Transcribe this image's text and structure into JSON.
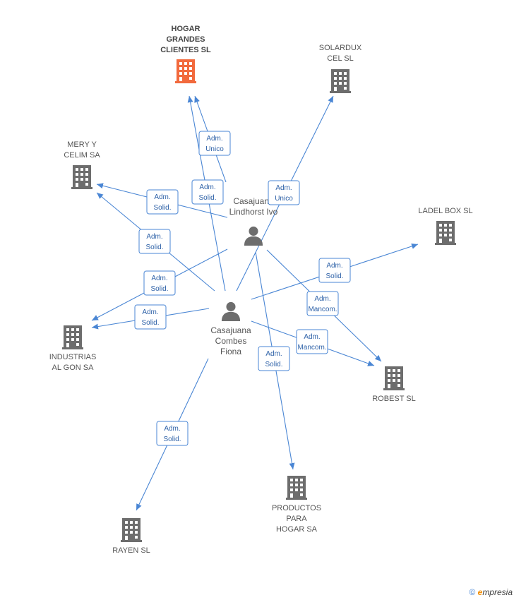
{
  "companies": [
    {
      "id": "hogar",
      "label": [
        "HOGAR",
        "GRANDES",
        "CLIENTES SL"
      ],
      "main": true,
      "icon": "building-icon"
    },
    {
      "id": "solardux",
      "label": [
        "SOLARDUX",
        "CEL SL"
      ],
      "icon": "building-icon"
    },
    {
      "id": "mery",
      "label": [
        "MERY Y",
        "CELIM SA"
      ],
      "icon": "building-icon"
    },
    {
      "id": "ladel",
      "label": [
        "LADEL BOX SL"
      ],
      "icon": "building-icon"
    },
    {
      "id": "industrias",
      "label": [
        "INDUSTRIAS",
        "AL GON SA"
      ],
      "icon": "building-icon"
    },
    {
      "id": "robest",
      "label": [
        "ROBEST SL"
      ],
      "icon": "building-icon"
    },
    {
      "id": "productos",
      "label": [
        "PRODUCTOS",
        "PARA",
        "HOGAR SA"
      ],
      "icon": "building-icon"
    },
    {
      "id": "rayen",
      "label": [
        "RAYEN SL"
      ],
      "icon": "building-icon"
    }
  ],
  "persons": [
    {
      "id": "lindhorst",
      "label": [
        "Casajuana",
        "Lindhorst Ivo"
      ],
      "icon": "person-icon"
    },
    {
      "id": "fiona",
      "label": [
        "Casajuana",
        "Combes",
        "Fiona"
      ],
      "icon": "person-icon"
    }
  ],
  "relations": [
    {
      "from": "lindhorst",
      "to": "hogar",
      "role": [
        "Adm.",
        "Unico"
      ]
    },
    {
      "from": "fiona",
      "to": "hogar",
      "role": [
        "Adm.",
        "Solid."
      ]
    },
    {
      "from": "fiona",
      "to": "solardux",
      "role": [
        "Adm.",
        "Unico"
      ]
    },
    {
      "from": "lindhorst",
      "to": "mery",
      "role": [
        "Adm.",
        "Solid."
      ]
    },
    {
      "from": "fiona",
      "to": "mery",
      "role": [
        "Adm.",
        "Solid."
      ]
    },
    {
      "from": "lindhorst",
      "to": "industrias",
      "role": [
        "Adm.",
        "Solid."
      ]
    },
    {
      "from": "fiona",
      "to": "industrias",
      "role": [
        "Adm.",
        "Solid."
      ]
    },
    {
      "from": "fiona",
      "to": "ladel",
      "role": [
        "Adm.",
        "Solid."
      ]
    },
    {
      "from": "lindhorst",
      "to": "robest",
      "role": [
        "Adm.",
        "Mancom."
      ]
    },
    {
      "from": "fiona",
      "to": "robest",
      "role": [
        "Adm.",
        "Mancom."
      ]
    },
    {
      "from": "lindhorst",
      "to": "productos",
      "role": [
        "Adm.",
        "Solid."
      ]
    },
    {
      "from": "fiona",
      "to": "rayen",
      "role": [
        "Adm.",
        "Solid."
      ]
    }
  ],
  "colors": {
    "edge": "#4a86d4",
    "building": "#6d6d6d",
    "building_main": "#f26a3d",
    "person": "#6d6d6d"
  },
  "footer": {
    "copyright": "©",
    "brand_e": "e",
    "brand_rest": "mpresia"
  }
}
